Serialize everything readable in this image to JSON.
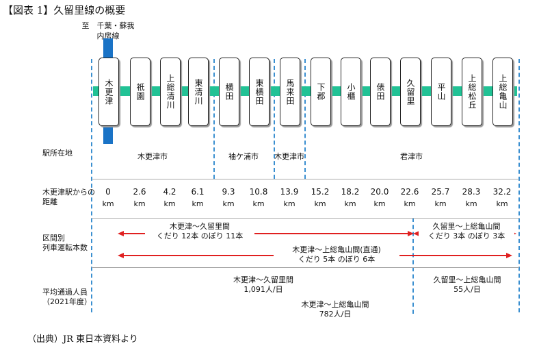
{
  "title": "【図表 1】久留里線の概要",
  "destination": {
    "line1": "至　千葉・蘇我",
    "line2": "内房線"
  },
  "stations": [
    "木更津",
    "祇園",
    "上総清川",
    "東清川",
    "横田",
    "東横田",
    "馬来田",
    "下郡",
    "小櫃",
    "俵田",
    "久留里",
    "平山",
    "上総松丘",
    "上総亀山"
  ],
  "row_labels": {
    "location": "駅所在地",
    "distance_line1": "木更津駅からの",
    "distance_line2": "距離",
    "trains_line1": "区間別",
    "trains_line2": "列車運転本数",
    "passengers_line1": "平均通過人員",
    "passengers_line2": "（2021年度）"
  },
  "cities": {
    "kisarazu1": "木更津市",
    "sodegaura": "袖ケ浦市",
    "kisarazu2": "木更津市",
    "kimitsu": "君津市"
  },
  "distances": [
    "0",
    "2.6",
    "4.2",
    "6.1",
    "9.3",
    "10.8",
    "13.9",
    "15.2",
    "18.2",
    "20.0",
    "22.6",
    "25.7",
    "28.3",
    "32.2"
  ],
  "distance_unit": "km",
  "trains": {
    "sec1_name": "木更津～久留里間",
    "sec1_count": "くだり 12本 のぼり 11本",
    "sec2_name": "久留里～上総亀山間",
    "sec2_count": "くだり 3本 のぼり 3本",
    "through_name": "木更津～上総亀山間(直通)",
    "through_count": "くだり 5本 のぼり 6本"
  },
  "passengers": {
    "sec1_name": "木更津～久留里間",
    "sec1_value": "1,091人/日",
    "sec2_name": "久留里～上総亀山間",
    "sec2_value": "55人/日",
    "all_name": "木更津～上総亀山間",
    "all_value": "782人/日"
  },
  "source": "（出典）JR 東日本資料より",
  "colors": {
    "track": "#21c295",
    "uchibo_line": "#1a73c6",
    "arrow": "#e02020",
    "divider": "#3a8fd0"
  }
}
